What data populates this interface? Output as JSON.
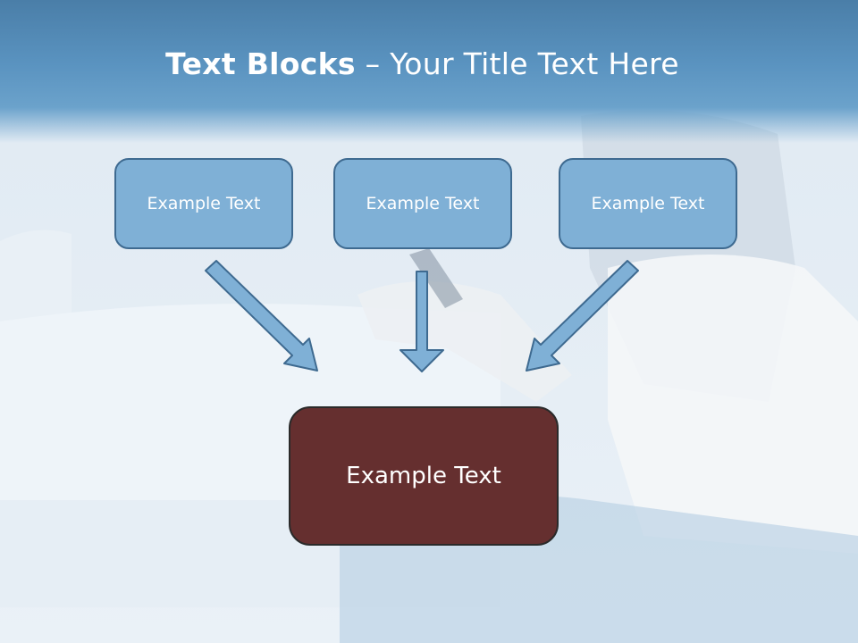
{
  "title": {
    "bold": "Text Blocks",
    "dash": " – ",
    "rest": "Your Title Text Here"
  },
  "blocks": [
    {
      "label": "Example Text"
    },
    {
      "label": "Example Text"
    },
    {
      "label": "Example Text"
    }
  ],
  "target": {
    "label": "Example Text"
  },
  "colors": {
    "title_band": "#5a93c0",
    "block_fill": "#7fb0d6",
    "block_border": "#3e6a90",
    "target_fill": "#652f2f",
    "arrow_fill": "#7fb0d6"
  }
}
